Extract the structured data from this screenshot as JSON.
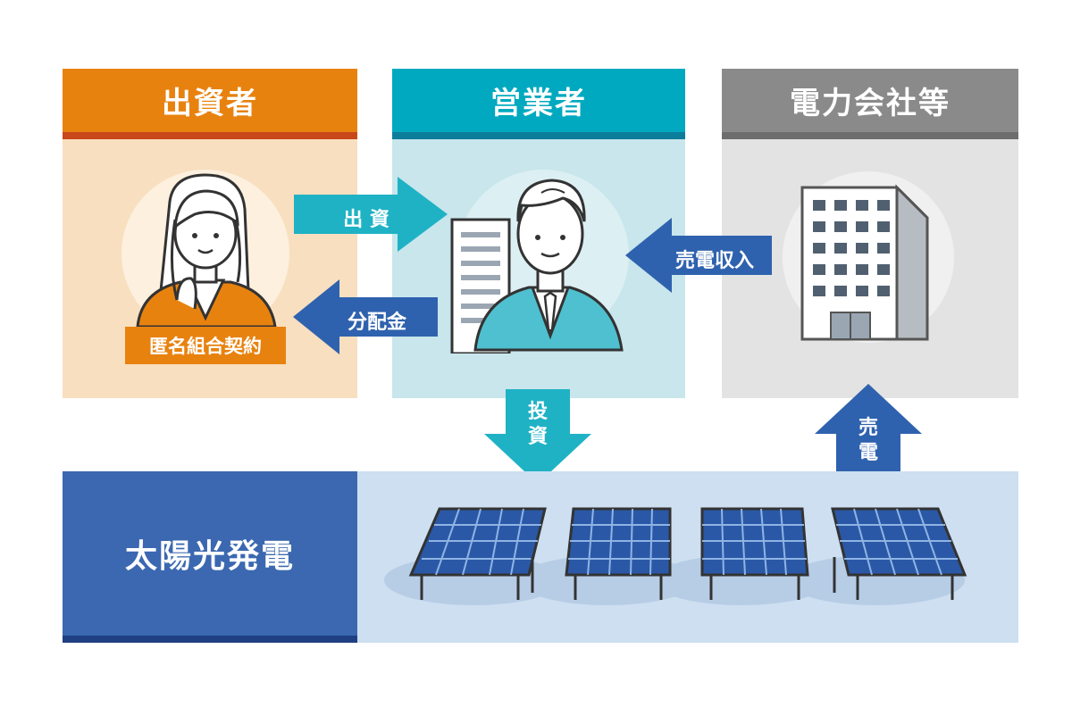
{
  "columns": {
    "investor": {
      "title": "出資者",
      "contract_tag": "匿名組合契約"
    },
    "operator": {
      "title": "営業者"
    },
    "utility": {
      "title": "電力会社等"
    }
  },
  "solar": {
    "title": "太陽光発電"
  },
  "arrows": {
    "investment": "出 資",
    "distribution": "分配金",
    "sales_revenue": "売電収入",
    "capital_investment": [
      "投",
      "資"
    ],
    "electricity_sale": [
      "売",
      "電"
    ]
  },
  "colors": {
    "investor": "#e8820f",
    "operator": "#00a9bf",
    "utility": "#8a8a8a",
    "solar": "#3b68b0",
    "arrow_teal": "#1fb2c5",
    "arrow_blue": "#2f62ae"
  }
}
